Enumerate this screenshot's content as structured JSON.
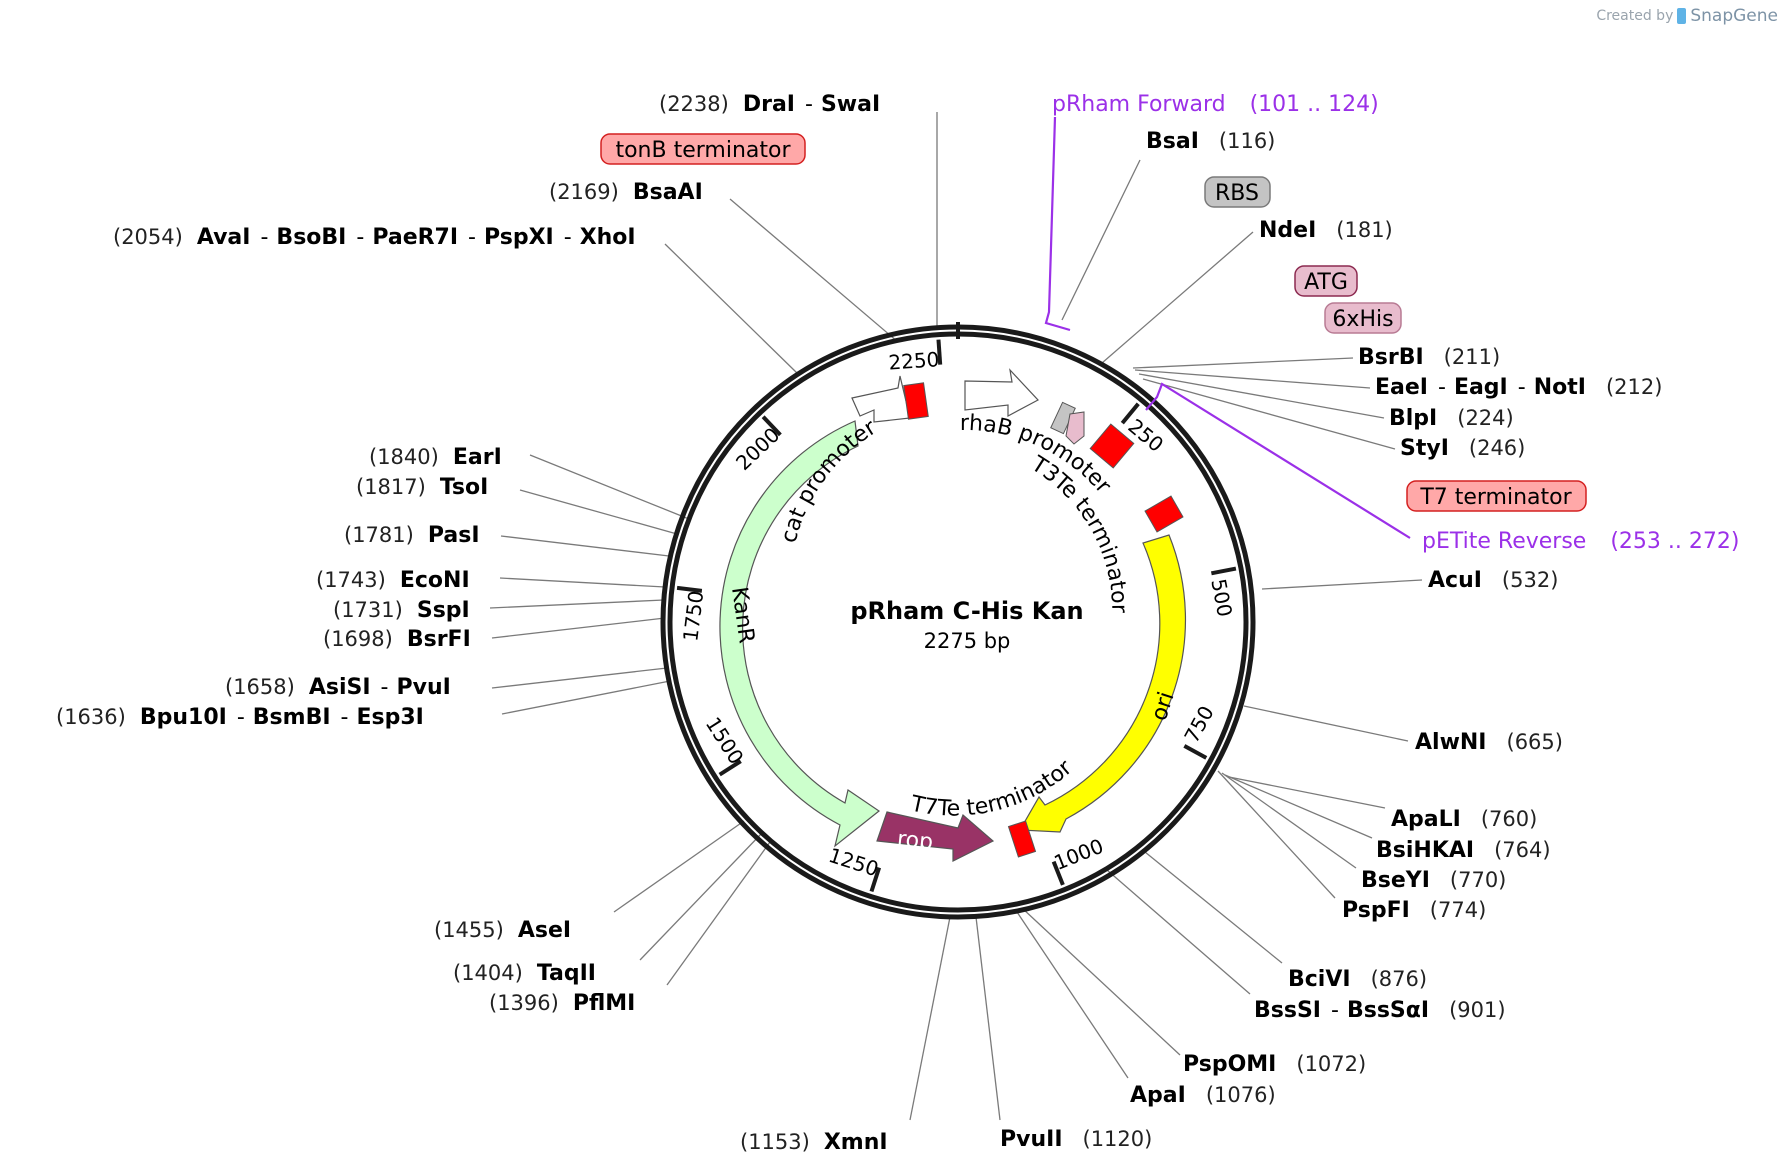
{
  "credit": {
    "prefix": "Created by",
    "brand": "SnapGene"
  },
  "plasmid": {
    "name": "pRham C-His Kan",
    "length": "2275 bp"
  },
  "ticks": [
    "250",
    "500",
    "750",
    "1000",
    "1250",
    "1500",
    "1750",
    "2000",
    "2250"
  ],
  "features": {
    "cat_promoter": "cat promoter",
    "rhab_promoter": "rhaB promoter",
    "t3te_terminator": "T3Te terminator",
    "ori": "ori",
    "kanr": "KanR",
    "t7te_terminator": "T7Te terminator",
    "rop": "rop"
  },
  "site_labels": [
    {
      "pos": "(2238)",
      "names": [
        "DraI",
        "SwaI"
      ]
    },
    {
      "pos": "(2169)",
      "names": [
        "BsaAI"
      ]
    },
    {
      "pos": "(2054)",
      "names": [
        "AvaI",
        "BsoBI",
        "PaeR7I",
        "PspXI",
        "XhoI"
      ]
    },
    {
      "pos": "(1840)",
      "names": [
        "EarI"
      ]
    },
    {
      "pos": "(1817)",
      "names": [
        "TsoI"
      ]
    },
    {
      "pos": "(1781)",
      "names": [
        "PasI"
      ]
    },
    {
      "pos": "(1743)",
      "names": [
        "EcoNI"
      ]
    },
    {
      "pos": "(1731)",
      "names": [
        "SspI"
      ]
    },
    {
      "pos": "(1698)",
      "names": [
        "BsrFI"
      ]
    },
    {
      "pos": "(1658)",
      "names": [
        "AsiSI",
        "PvuI"
      ]
    },
    {
      "pos": "(1636)",
      "names": [
        "Bpu10I",
        "BsmBI",
        "Esp3I"
      ]
    },
    {
      "pos": "(1455)",
      "names": [
        "AseI"
      ]
    },
    {
      "pos": "(1404)",
      "names": [
        "TaqII"
      ]
    },
    {
      "pos": "(1396)",
      "names": [
        "PflMI"
      ]
    },
    {
      "pos": "(1153)",
      "names": [
        "XmnI"
      ]
    },
    {
      "pos": "(1120)",
      "names": [
        "PvuII"
      ]
    },
    {
      "pos": "(1076)",
      "names": [
        "ApaI"
      ]
    },
    {
      "pos": "(1072)",
      "names": [
        "PspOMI"
      ]
    },
    {
      "pos": "(901)",
      "names": [
        "BssSI",
        "BssSαI"
      ]
    },
    {
      "pos": "(876)",
      "names": [
        "BciVI"
      ]
    },
    {
      "pos": "(774)",
      "names": [
        "PspFI"
      ]
    },
    {
      "pos": "(770)",
      "names": [
        "BseYI"
      ]
    },
    {
      "pos": "(764)",
      "names": [
        "BsiHKAI"
      ]
    },
    {
      "pos": "(760)",
      "names": [
        "ApaLI"
      ]
    },
    {
      "pos": "(665)",
      "names": [
        "AlwNI"
      ]
    },
    {
      "pos": "(532)",
      "names": [
        "AcuI"
      ]
    },
    {
      "pos": "(246)",
      "names": [
        "StyI"
      ]
    },
    {
      "pos": "(224)",
      "names": [
        "BlpI"
      ]
    },
    {
      "pos": "(212)",
      "names": [
        "EaeI",
        "EagI",
        "NotI"
      ]
    },
    {
      "pos": "(211)",
      "names": [
        "BsrBI"
      ]
    },
    {
      "pos": "(181)",
      "names": [
        "NdeI"
      ]
    },
    {
      "pos": "(116)",
      "names": [
        "BsaI"
      ]
    }
  ],
  "feature_pills": {
    "tonb": "tonB terminator",
    "rbs": "RBS",
    "atg": "ATG",
    "his": "6xHis",
    "t7": "T7 terminator"
  },
  "primers": [
    {
      "name": "pRham Forward",
      "range": "(101 .. 124)"
    },
    {
      "name": "pETite Reverse",
      "range": "(253 .. 272)"
    }
  ],
  "colors": {
    "backbone": "#1a1a1a",
    "kanr": "#ccffcc",
    "ori": "#ffff00",
    "rop": "#993366",
    "terminator": "#ff0000",
    "promoter": "#ffffff",
    "pill_red": "#ffa8a8",
    "pill_pink": "#e8bccd",
    "pill_gray": "#c4c4c4",
    "primer": "#9b30e8"
  }
}
